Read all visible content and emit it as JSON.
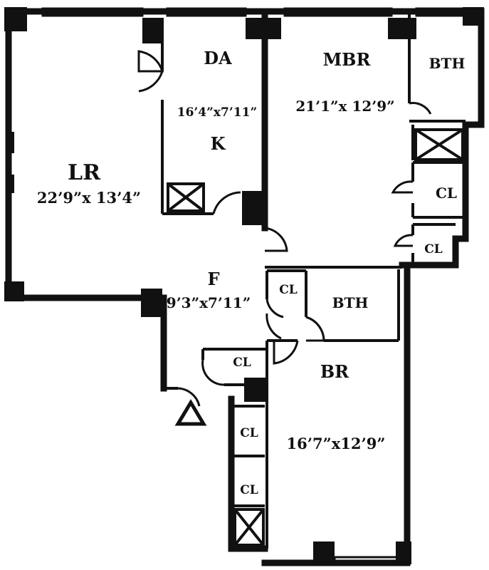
{
  "rooms": {
    "lr": {
      "name": "LR",
      "dims": "22’9”x 13’4”"
    },
    "da": {
      "name": "DA"
    },
    "k": {
      "name": "K",
      "dims": "16’4”x7’11”"
    },
    "mbr": {
      "name": "MBR",
      "dims": "21’1”x 12’9”"
    },
    "bth1": {
      "name": "BTH"
    },
    "cl1": {
      "name": "CL"
    },
    "cl2": {
      "name": "CL"
    },
    "f": {
      "name": "F",
      "dims": "9’3”x7’11”"
    },
    "cl3": {
      "name": "CL"
    },
    "bth2": {
      "name": "BTH"
    },
    "cl4": {
      "name": "CL"
    },
    "br": {
      "name": "BR",
      "dims": "16’7”x12’9”"
    },
    "cl5": {
      "name": "CL"
    },
    "cl6": {
      "name": "CL"
    }
  },
  "colors": {
    "ink": "#111111",
    "paper": "#ffffff"
  },
  "icons": {
    "entry": "triangle-entry-icon",
    "shaft": "x-box-shaft-icon"
  }
}
